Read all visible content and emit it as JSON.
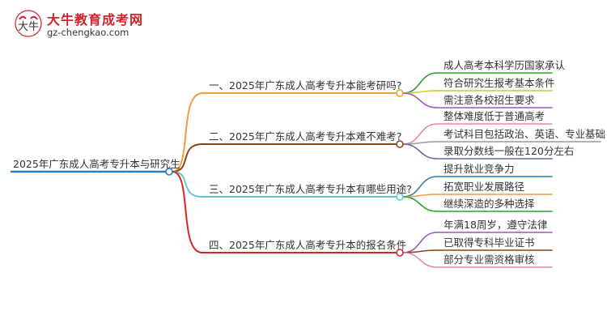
{
  "brand": {
    "name": "大牛教育成考网",
    "url": "gz-chengkao.com"
  },
  "mindmap": {
    "root": "2025年广东成人高考专升本与研究生",
    "branches": [
      {
        "label": "一、2025年广东成人高考专升本能考研吗?",
        "color": "#f39c3d",
        "leaves": [
          {
            "label": "成人高考本科学历国家承认",
            "color": "#2ca02c"
          },
          {
            "label": "符合研究生报考基本条件",
            "color": "#c9c93a"
          },
          {
            "label": "需注意各校招生要求",
            "color": "#9b59b6"
          }
        ]
      },
      {
        "label": "二、2025年广东成人高考专升本难不难考?",
        "color": "#8b4513",
        "leaves": [
          {
            "label": "整体难度低于普通高考",
            "color": "#e88aa0"
          },
          {
            "label": "考试科目包括政治、英语、专业基础",
            "color": "#9a9a9a"
          },
          {
            "label": "录取分数线一般在120分左右",
            "color": "#5a6fa8"
          }
        ]
      },
      {
        "label": "三、2025年广东成人高考专升本有哪些用途?",
        "color": "#5bc8d6",
        "leaves": [
          {
            "label": "提升就业竞争力",
            "color": "#2c7fb8"
          },
          {
            "label": "拓宽职业发展路径",
            "color": "#f39c3d"
          },
          {
            "label": "继续深造的多种选择",
            "color": "#2ca02c"
          }
        ]
      },
      {
        "label": "四、2025年广东成人高考专升本的报名条件",
        "color": "#d62728",
        "leaves": [
          {
            "label": "年满18周岁，遵守法律",
            "color": "#9b59b6"
          },
          {
            "label": "已取得专科毕业证书",
            "color": "#8b4513"
          },
          {
            "label": "部分专业需资格审核",
            "color": "#e88aa0"
          }
        ]
      }
    ],
    "root_color": "#2c7fb8"
  }
}
